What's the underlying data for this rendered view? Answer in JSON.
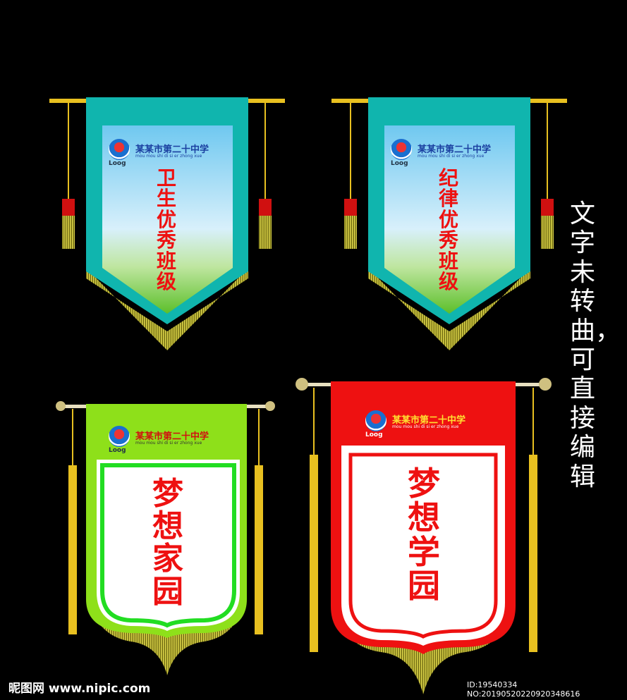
{
  "school_name": "某某市第二十中学",
  "school_pinyin": "mou mou shi di si er zhong xue",
  "logo_text": "Loog",
  "pennants": [
    {
      "title": "卫生优秀班级",
      "color": "#10b5ae"
    },
    {
      "title": "纪律优秀班级",
      "color": "#10b5ae"
    },
    {
      "title": "梦想家园",
      "color": "#8ee01a"
    },
    {
      "title": "梦想学园",
      "color": "#ee1111"
    }
  ],
  "side_note": "文字未转曲，可直接编辑",
  "watermark": {
    "site": "昵图网 www.nipic.com",
    "id": "ID:19540334 NO:20190520220920348616"
  },
  "colors": {
    "fringe": "#b8b030",
    "gold": "#e8c020",
    "title_red": "#ee1111"
  }
}
